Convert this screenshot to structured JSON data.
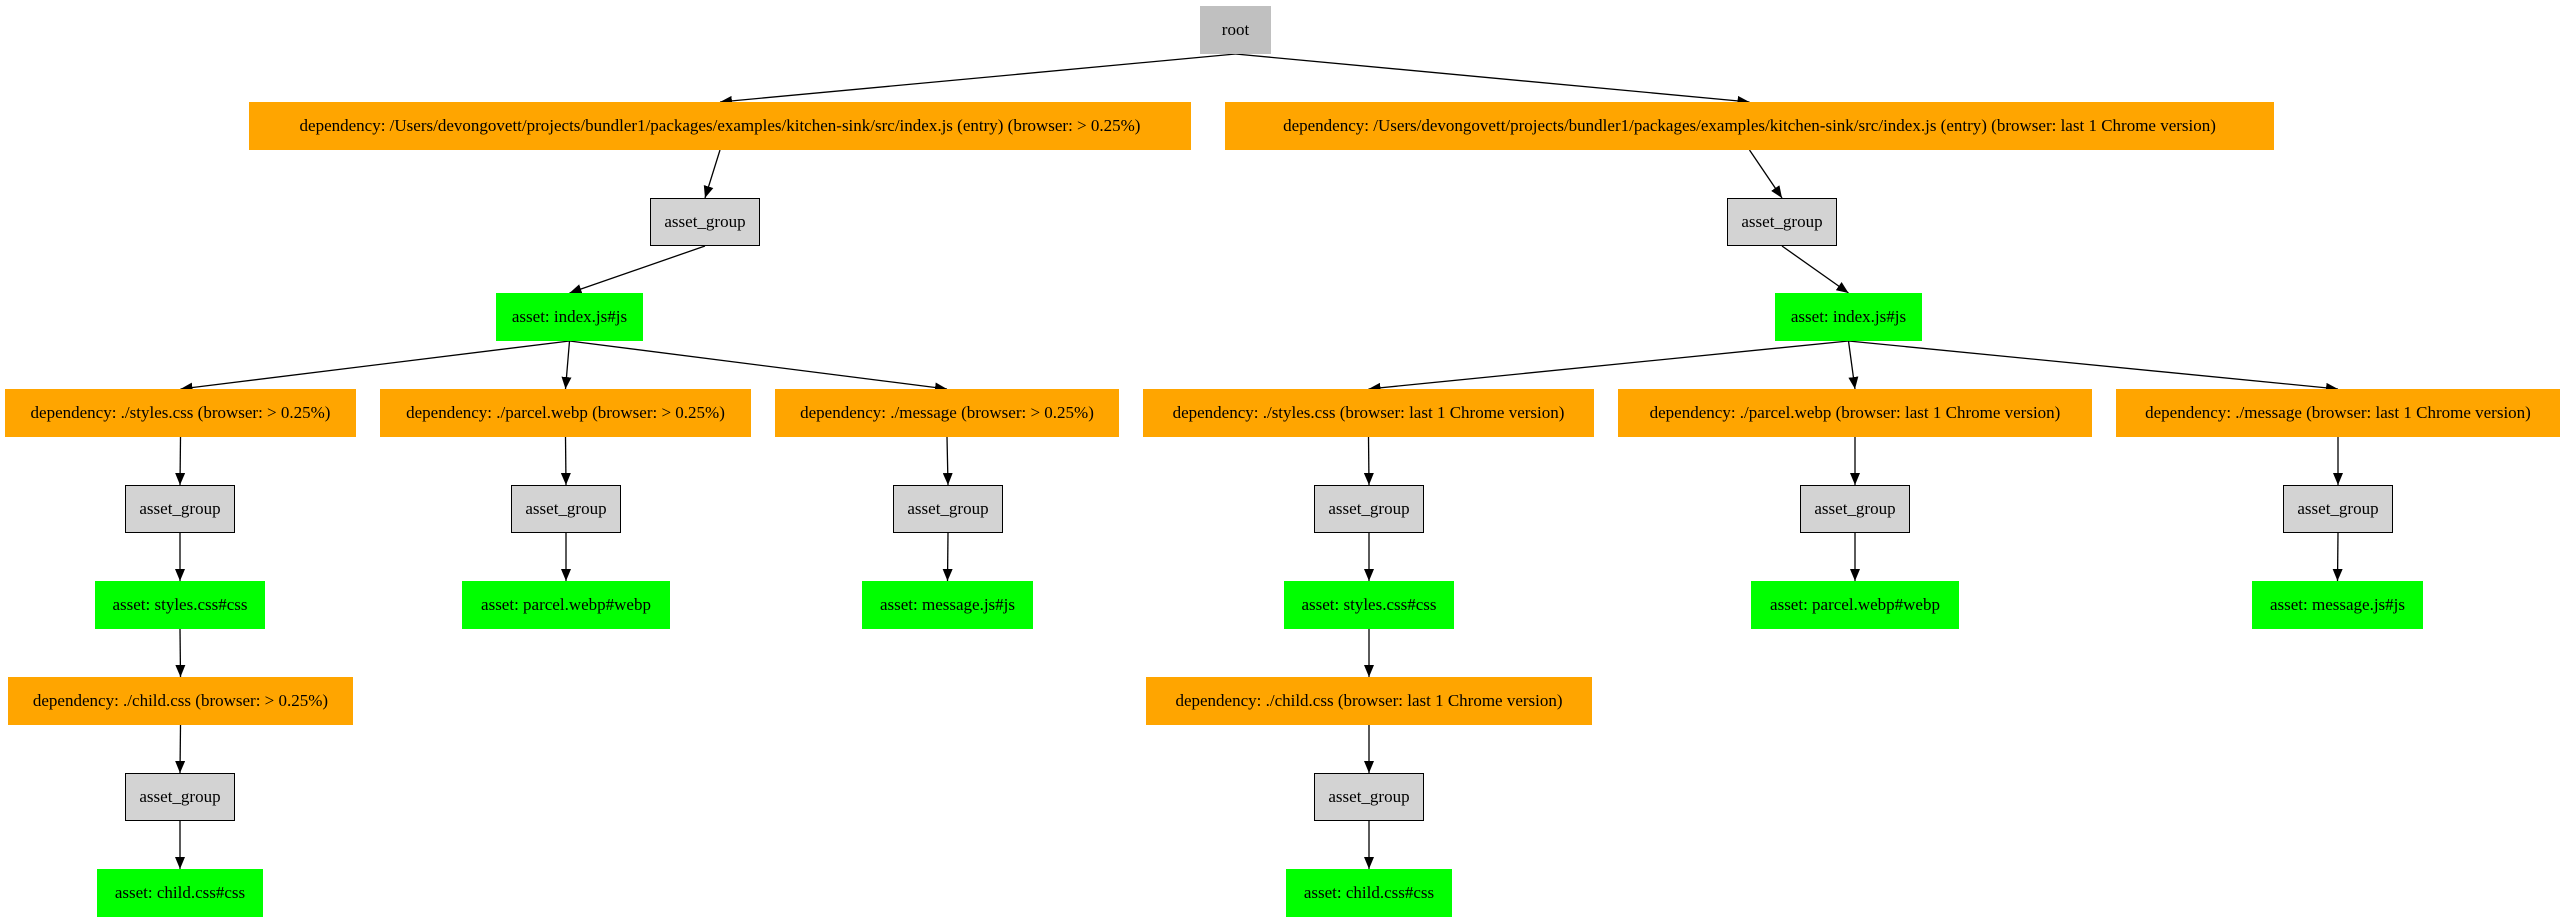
{
  "colors": {
    "root": "#c0c0c0",
    "dependency": "#ffa500",
    "asset_group": "#d3d3d3",
    "asset": "#00ff00",
    "edge": "#000000"
  },
  "nodes": {
    "root": {
      "label": "root",
      "kind": "root"
    },
    "dep_entry_a": {
      "label": "dependency: /Users/devongovett/projects/bundler1/packages/examples/kitchen-sink/src/index.js (entry) (browser: > 0.25%)",
      "kind": "dependency"
    },
    "dep_entry_b": {
      "label": "dependency: /Users/devongovett/projects/bundler1/packages/examples/kitchen-sink/src/index.js (entry) (browser: last 1 Chrome version)",
      "kind": "dependency"
    },
    "ag_a": {
      "label": "asset_group",
      "kind": "asset_group"
    },
    "ag_b": {
      "label": "asset_group",
      "kind": "asset_group"
    },
    "asset_index_a": {
      "label": "asset: index.js#js",
      "kind": "asset"
    },
    "asset_index_b": {
      "label": "asset: index.js#js",
      "kind": "asset"
    },
    "dep_styles_a": {
      "label": "dependency: ./styles.css (browser: > 0.25%)",
      "kind": "dependency"
    },
    "dep_webp_a": {
      "label": "dependency: ./parcel.webp (browser: > 0.25%)",
      "kind": "dependency"
    },
    "dep_msg_a": {
      "label": "dependency: ./message (browser: > 0.25%)",
      "kind": "dependency"
    },
    "dep_styles_b": {
      "label": "dependency: ./styles.css (browser: last 1 Chrome version)",
      "kind": "dependency"
    },
    "dep_webp_b": {
      "label": "dependency: ./parcel.webp (browser: last 1 Chrome version)",
      "kind": "dependency"
    },
    "dep_msg_b": {
      "label": "dependency: ./message (browser: last 1 Chrome version)",
      "kind": "dependency"
    },
    "ag_styles_a": {
      "label": "asset_group",
      "kind": "asset_group"
    },
    "ag_webp_a": {
      "label": "asset_group",
      "kind": "asset_group"
    },
    "ag_msg_a": {
      "label": "asset_group",
      "kind": "asset_group"
    },
    "ag_styles_b": {
      "label": "asset_group",
      "kind": "asset_group"
    },
    "ag_webp_b": {
      "label": "asset_group",
      "kind": "asset_group"
    },
    "ag_msg_b": {
      "label": "asset_group",
      "kind": "asset_group"
    },
    "asset_styles_a": {
      "label": "asset: styles.css#css",
      "kind": "asset"
    },
    "asset_webp_a": {
      "label": "asset: parcel.webp#webp",
      "kind": "asset"
    },
    "asset_msg_a": {
      "label": "asset: message.js#js",
      "kind": "asset"
    },
    "asset_styles_b": {
      "label": "asset: styles.css#css",
      "kind": "asset"
    },
    "asset_webp_b": {
      "label": "asset: parcel.webp#webp",
      "kind": "asset"
    },
    "asset_msg_b": {
      "label": "asset: message.js#js",
      "kind": "asset"
    },
    "dep_child_a": {
      "label": "dependency: ./child.css (browser: > 0.25%)",
      "kind": "dependency"
    },
    "dep_child_b": {
      "label": "dependency: ./child.css (browser: last 1 Chrome version)",
      "kind": "dependency"
    },
    "ag_child_a": {
      "label": "asset_group",
      "kind": "asset_group"
    },
    "ag_child_b": {
      "label": "asset_group",
      "kind": "asset_group"
    },
    "asset_child_a": {
      "label": "asset: child.css#css",
      "kind": "asset"
    },
    "asset_child_b": {
      "label": "asset: child.css#css",
      "kind": "asset"
    }
  },
  "edges": [
    [
      "root",
      "dep_entry_a"
    ],
    [
      "root",
      "dep_entry_b"
    ],
    [
      "dep_entry_a",
      "ag_a"
    ],
    [
      "dep_entry_b",
      "ag_b"
    ],
    [
      "ag_a",
      "asset_index_a"
    ],
    [
      "ag_b",
      "asset_index_b"
    ],
    [
      "asset_index_a",
      "dep_styles_a"
    ],
    [
      "asset_index_a",
      "dep_webp_a"
    ],
    [
      "asset_index_a",
      "dep_msg_a"
    ],
    [
      "asset_index_b",
      "dep_styles_b"
    ],
    [
      "asset_index_b",
      "dep_webp_b"
    ],
    [
      "asset_index_b",
      "dep_msg_b"
    ],
    [
      "dep_styles_a",
      "ag_styles_a"
    ],
    [
      "dep_webp_a",
      "ag_webp_a"
    ],
    [
      "dep_msg_a",
      "ag_msg_a"
    ],
    [
      "dep_styles_b",
      "ag_styles_b"
    ],
    [
      "dep_webp_b",
      "ag_webp_b"
    ],
    [
      "dep_msg_b",
      "ag_msg_b"
    ],
    [
      "ag_styles_a",
      "asset_styles_a"
    ],
    [
      "ag_webp_a",
      "asset_webp_a"
    ],
    [
      "ag_msg_a",
      "asset_msg_a"
    ],
    [
      "ag_styles_b",
      "asset_styles_b"
    ],
    [
      "ag_webp_b",
      "asset_webp_b"
    ],
    [
      "ag_msg_b",
      "asset_msg_b"
    ],
    [
      "asset_styles_a",
      "dep_child_a"
    ],
    [
      "asset_styles_b",
      "dep_child_b"
    ],
    [
      "dep_child_a",
      "ag_child_a"
    ],
    [
      "dep_child_b",
      "ag_child_b"
    ],
    [
      "ag_child_a",
      "asset_child_a"
    ],
    [
      "ag_child_b",
      "asset_child_b"
    ]
  ]
}
